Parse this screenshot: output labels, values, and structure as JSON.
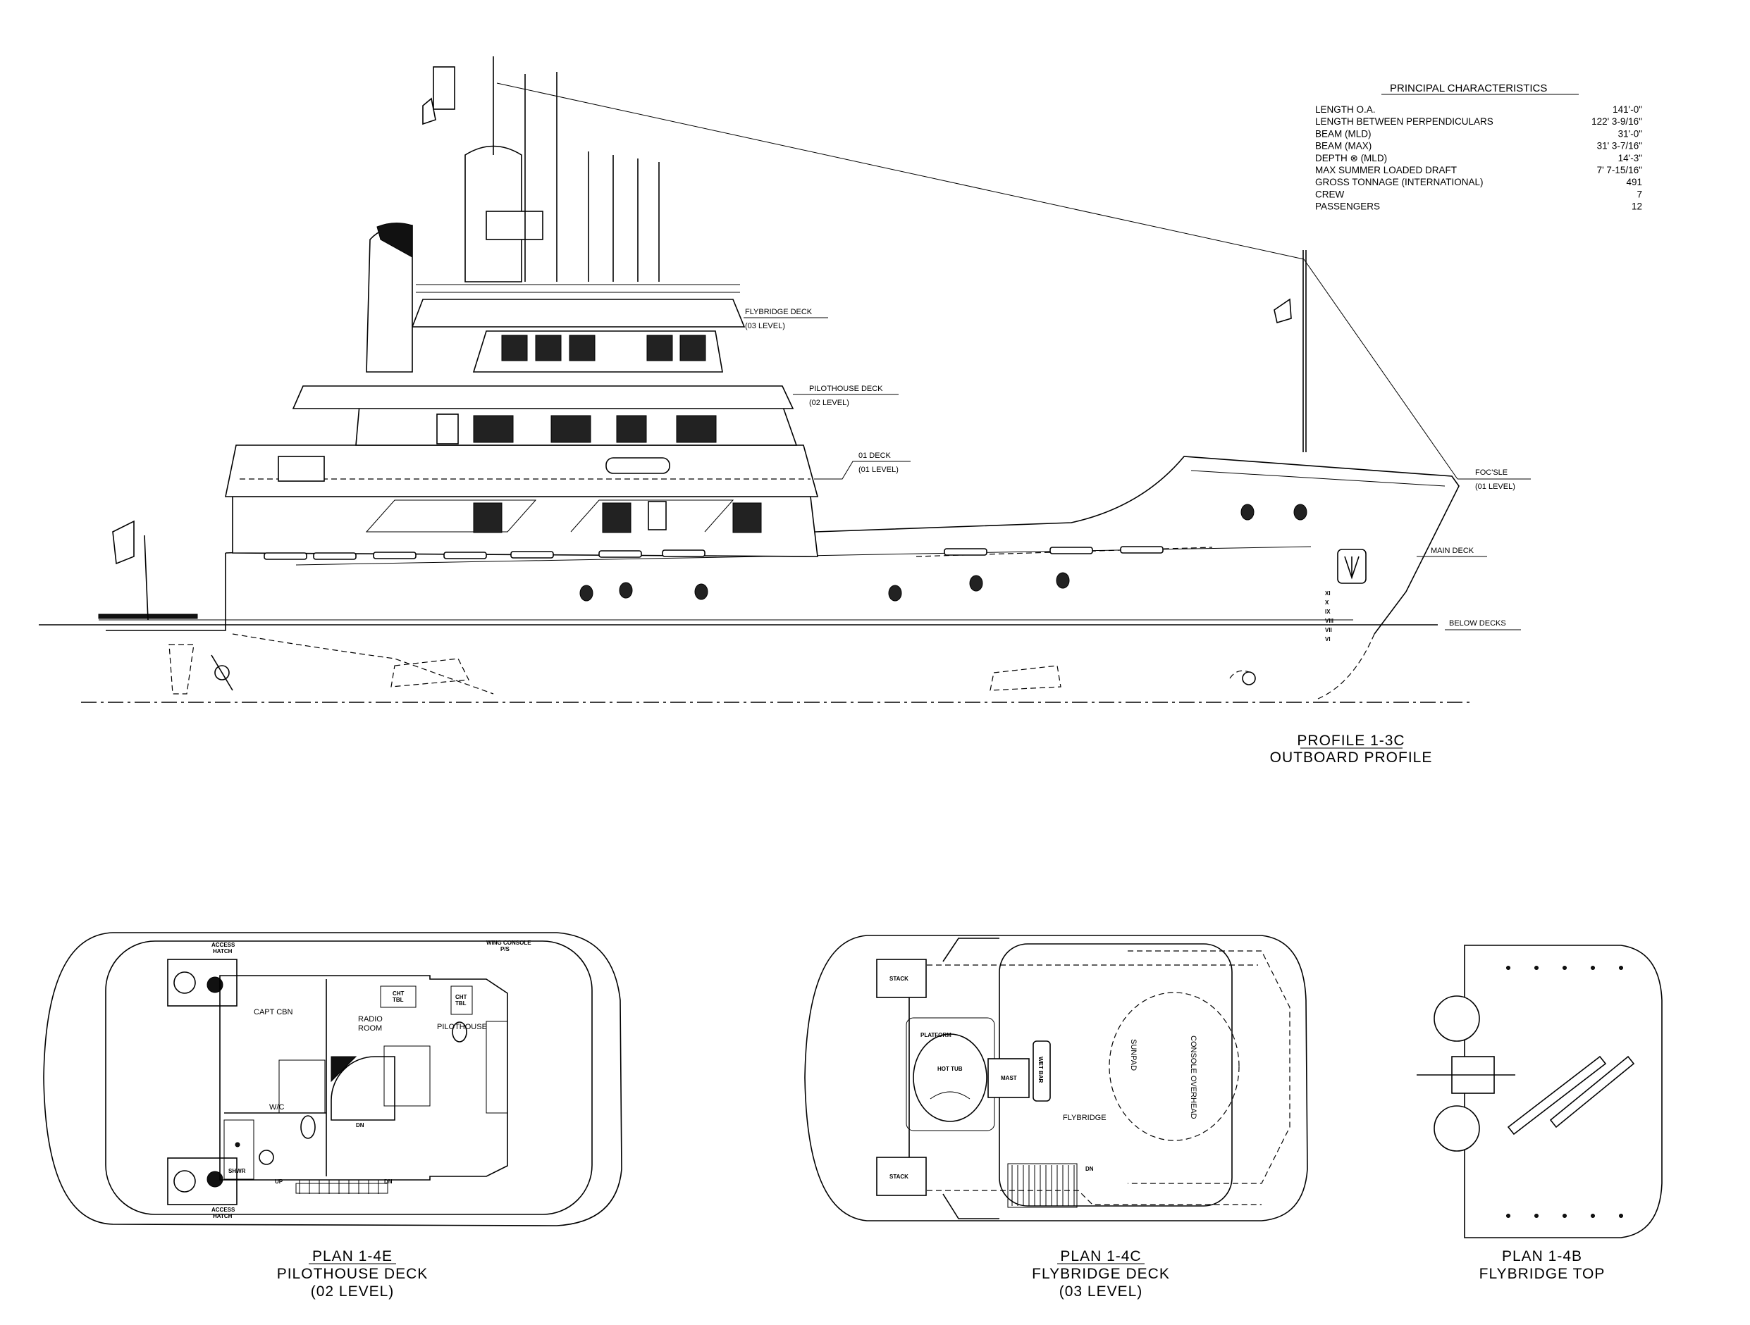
{
  "principal_characteristics": {
    "title": "PRINCIPAL CHARACTERISTICS",
    "rows": [
      {
        "label": "LENGTH O.A.",
        "value": "141'-0\""
      },
      {
        "label": "LENGTH BETWEEN PERPENDICULARS",
        "value": "122' 3-9/16\""
      },
      {
        "label": "BEAM (MLD)",
        "value": "31'-0\""
      },
      {
        "label": "BEAM (MAX)",
        "value": "31' 3-7/16\""
      },
      {
        "label": "DEPTH ⊗ (MLD)",
        "value": "14'-3\""
      },
      {
        "label": "MAX SUMMER LOADED DRAFT",
        "value": "7' 7-15/16\""
      },
      {
        "label": "GROSS TONNAGE (INTERNATIONAL)",
        "value": "491"
      },
      {
        "label": "CREW",
        "value": "7"
      },
      {
        "label": "PASSENGERS",
        "value": "12"
      }
    ]
  },
  "profile": {
    "title": "PROFILE 1-3C",
    "subtitle": "OUTBOARD PROFILE",
    "deck_labels": {
      "flybridge": "FLYBRIDGE DECK",
      "flybridge_level": "(03 LEVEL)",
      "pilothouse": "PILOTHOUSE DECK",
      "pilothouse_level": "(02 LEVEL)",
      "deck01": "01 DECK",
      "deck01_level": "(01 LEVEL)",
      "focsle": "FOC'SLE",
      "focsle_level": "(01 LEVEL)",
      "main": "MAIN DECK",
      "below": "BELOW DECKS"
    },
    "draft_marks": [
      "XI",
      "X",
      "IX",
      "VIII",
      "VII",
      "VI"
    ]
  },
  "plan_4e": {
    "title": "PLAN 1-4E",
    "subtitle": "PILOTHOUSE DECK",
    "level": "(02 LEVEL)",
    "rooms": {
      "capt": "CAPT CBN",
      "radio1": "RADIO",
      "radio2": "ROOM",
      "pilothouse": "PILOTHOUSE",
      "wc": "W/C",
      "shwr": "SHWR",
      "cht1": "CHT",
      "tbl1": "TBL",
      "cht2": "CHT",
      "tbl2": "TBL",
      "access1": "ACCESS",
      "hatch1": "HATCH",
      "access2": "ACCESS",
      "hatch2": "HATCH",
      "wing1": "WING CONSOLE",
      "wing2": "P/S",
      "up": "UP",
      "dn1": "DN",
      "dn2": "DN"
    }
  },
  "plan_4c": {
    "title": "PLAN 1-4C",
    "subtitle": "FLYBRIDGE DECK",
    "level": "(03 LEVEL)",
    "labels": {
      "stack1": "STACK",
      "stack2": "STACK",
      "platform": "PLATFORM",
      "hottub": "HOT TUB",
      "mast": "MAST",
      "wetbar": "WET BAR",
      "flybridge": "FLYBRIDGE",
      "sunpad": "SUNPAD",
      "console": "CONSOLE OVERHEAD",
      "dn": "DN"
    }
  },
  "plan_4b": {
    "title": "PLAN 1-4B",
    "subtitle": "FLYBRIDGE TOP"
  }
}
